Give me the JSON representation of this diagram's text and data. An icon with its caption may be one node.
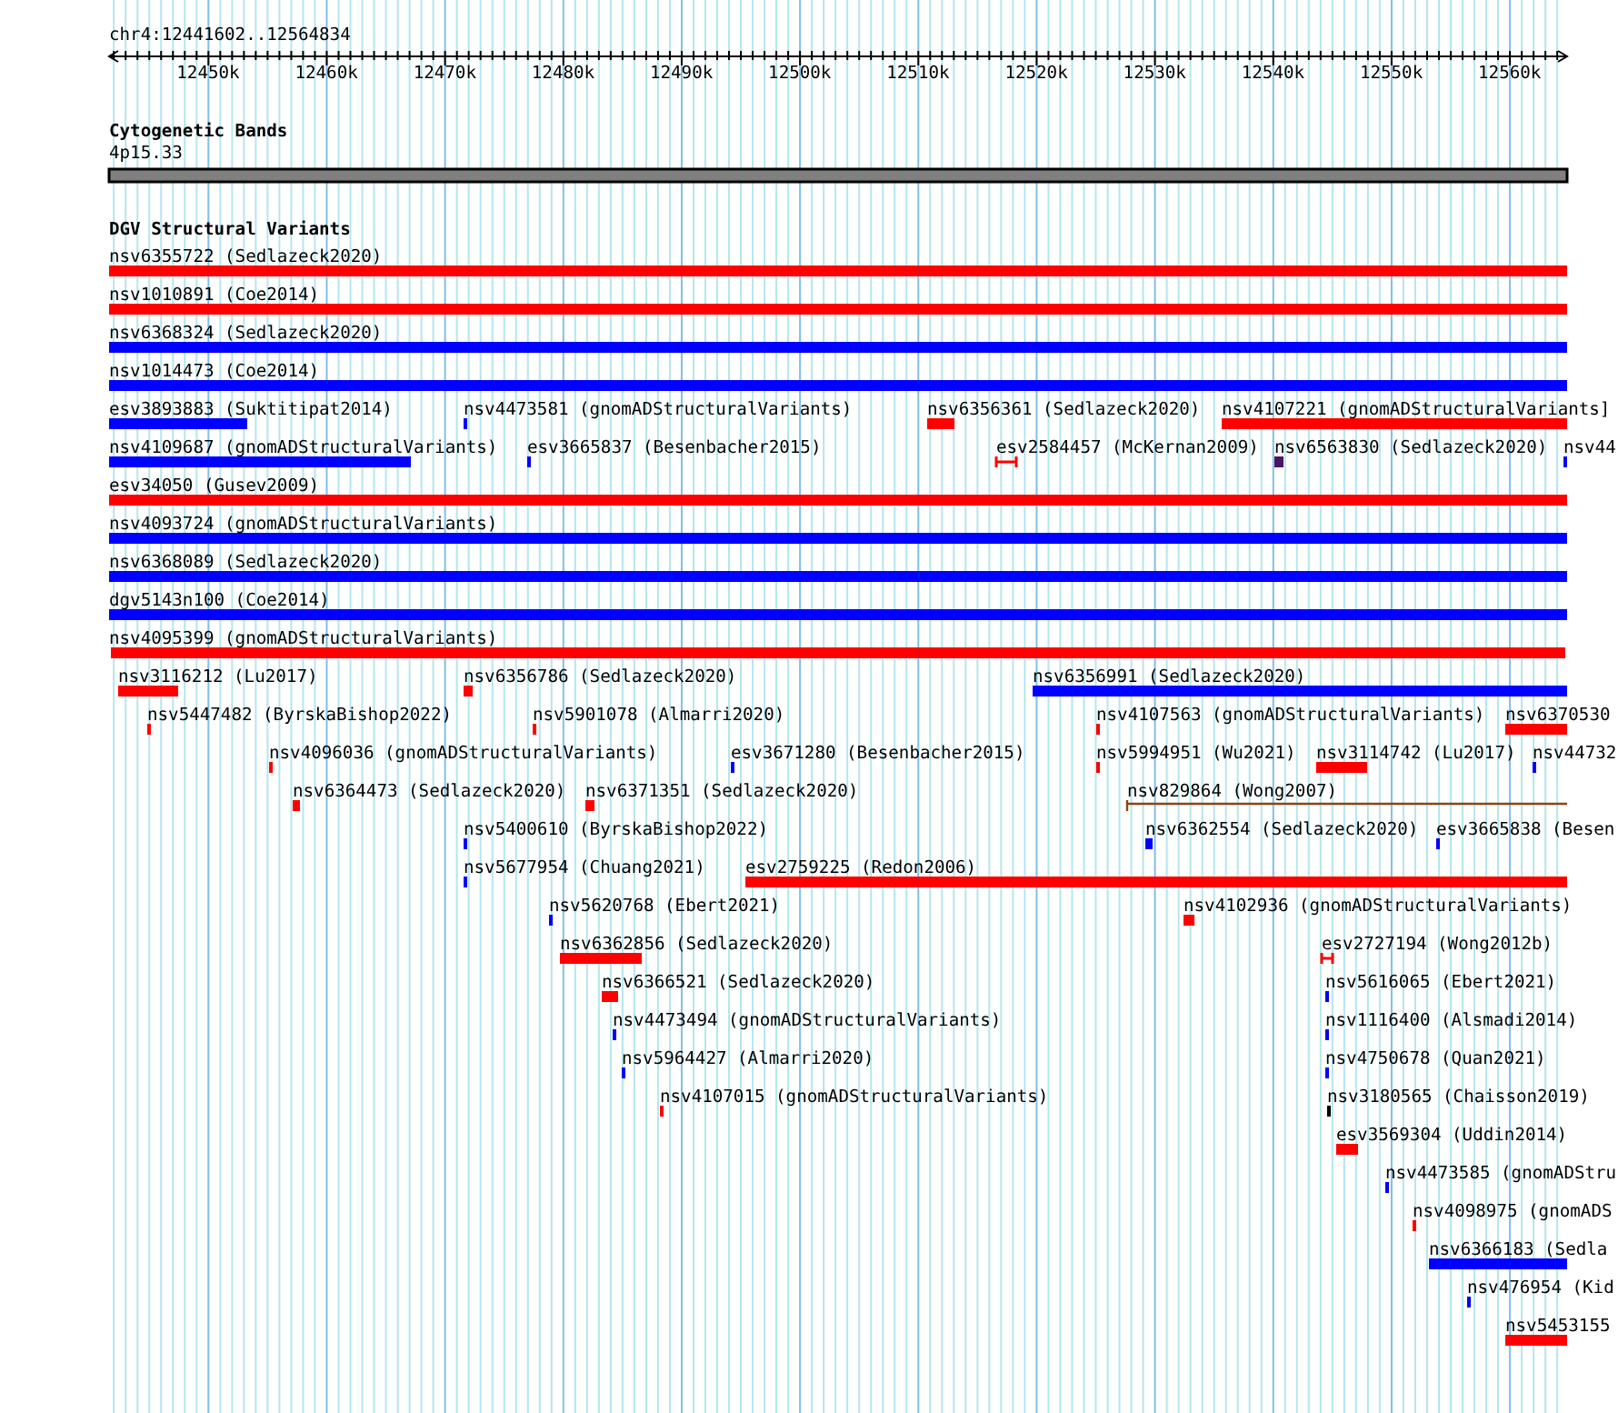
{
  "diagram": {
    "labels": [
      "chr4:12441602..12564834",
      "12450k",
      "12460k",
      "12470k",
      "12480k",
      "12490k",
      "12500k",
      "12510k",
      "12520k",
      "12530k",
      "12540k",
      "12550k",
      "12560k",
      "Cytogenetic Bands",
      "4p15.33",
      "DGV Structural Variants",
      "nsv6355722 (Sedlazeck2020)",
      "nsv1010891 (Coe2014)",
      "nsv6368324 (Sedlazeck2020)",
      "nsv1014473 (Coe2014)",
      "esv3893883 (Suktitipat2014)",
      "nsv4473581 (gnomADStructuralVariants)",
      "nsv6356361 (Sedlazeck2020)",
      "nsv4107221 (gnomADStructuralVariants]",
      "nsv4109687 (gnomADStructuralVariants)",
      "esv3665837 (Besenbacher2015)",
      "esv2584457 (McKernan2009)",
      "nsv6563830 (Sedlazeck2020)",
      "nsv44",
      "esv34050 (Gusev2009)",
      "nsv4093724 (gnomADStructuralVariants)",
      "nsv6368089 (Sedlazeck2020)",
      "dgv5143n100 (Coe2014)",
      "nsv4095399 (gnomADStructuralVariants)",
      "nsv3116212 (Lu2017)",
      "nsv6356786 (Sedlazeck2020)",
      "nsv6356991 (Sedlazeck2020)",
      "nsv5447482 (ByrskaBishop2022)",
      "nsv5901078 (Almarri2020)",
      "nsv4107563 (gnomADStructuralVariants)",
      "nsv6370530",
      "nsv4096036 (gnomADStructuralVariants)",
      "esv3671280 (Besenbacher2015)",
      "nsv5994951 (Wu2021)",
      "nsv3114742 (Lu2017)",
      "nsv44732",
      "nsv6364473 (Sedlazeck2020)",
      "nsv6371351 (Sedlazeck2020)",
      "nsv829864 (Wong2007)",
      "nsv5400610 (ByrskaBishop2022)",
      "nsv6362554 (Sedlazeck2020)",
      "esv3665838 (Besen",
      "nsv5677954 (Chuang2021)",
      "esv2759225 (Redon2006)",
      "nsv5620768 (Ebert2021)",
      "nsv4102936 (gnomADStructuralVariants)",
      "nsv6362856 (Sedlazeck2020)",
      "esv2727194 (Wong2012b)",
      "nsv6366521 (Sedlazeck2020)",
      "nsv5616065 (Ebert2021)",
      "nsv4473494 (gnomADStructuralVariants)",
      "nsv1116400 (Alsmadi2014)",
      "nsv5964427 (Almarri2020)",
      "nsv4750678 (Quan2021)",
      "nsv4107015 (gnomADStructuralVariants)",
      "nsv3180565 (Chaisson2019)",
      "esv3569304 (Uddin2014)",
      "nsv4473585 (gnomADStru",
      "nsv4098975 (gnomADS",
      "nsv6366183 (Sedla",
      "nsv476954 (Kid",
      "nsv5453155"
    ]
  }
}
